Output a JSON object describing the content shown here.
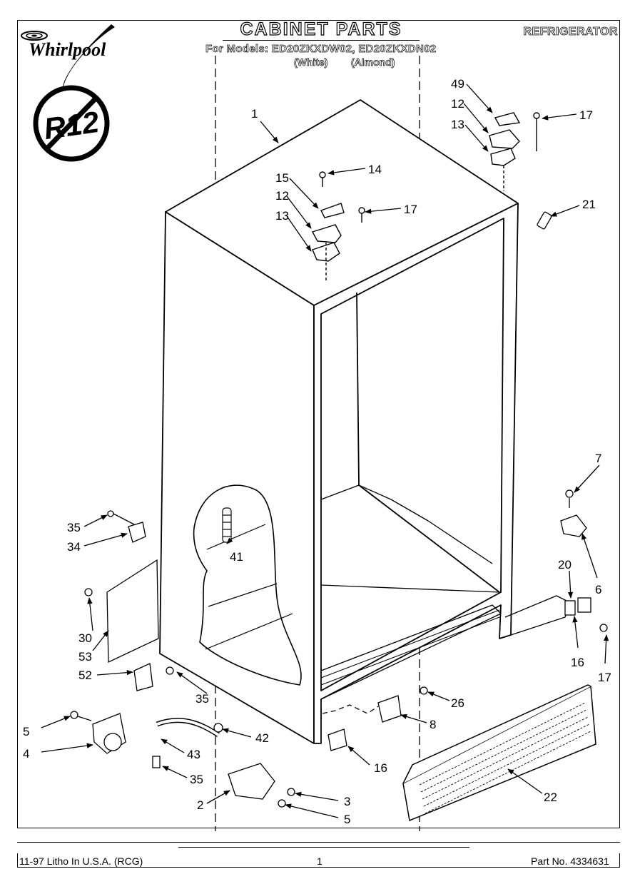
{
  "header": {
    "title": "CABINET PARTS",
    "appliance": "REFRIGERATOR",
    "models": "For Models: ED20ZKXDW02, ED20ZKXDN02",
    "color_white": "(White)",
    "color_almond": "(Almond)",
    "brand": "Whirlpool",
    "badge": "R12"
  },
  "callouts": {
    "c1": "1",
    "c49": "49",
    "c12a": "12",
    "c13a": "13",
    "c17a": "17",
    "c14": "14",
    "c15": "15",
    "c12b": "12",
    "c13b": "13",
    "c17b": "17",
    "c21": "21",
    "c7": "7",
    "c20": "20",
    "c6": "6",
    "c16a": "16",
    "c17c": "17",
    "c35a": "35",
    "c34": "34",
    "c41": "41",
    "c30": "30",
    "c53": "53",
    "c52": "52",
    "c35b": "35",
    "c26": "26",
    "c8": "8",
    "c5a": "5",
    "c4": "4",
    "c42": "42",
    "c43": "43",
    "c35c": "35",
    "c16b": "16",
    "c22": "22",
    "c2": "2",
    "c3": "3",
    "c5b": "5"
  },
  "footer": {
    "litho": "11-97 Litho In U.S.A. (RCG)",
    "page": "1",
    "part_no": "Part No. 4334631"
  }
}
